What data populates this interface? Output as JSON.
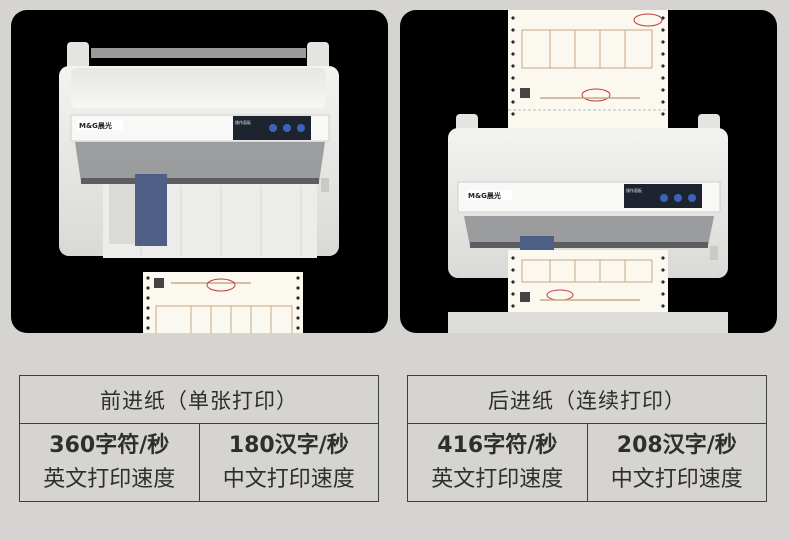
{
  "printer_left": {
    "brand": "M&G晨光",
    "panel_title": "操作面板"
  },
  "printer_right": {
    "brand": "M&G晨光",
    "panel_title": "操作面板"
  },
  "front_feed": {
    "title": "前进纸（单张打印）",
    "english": {
      "value": "360字符/秒",
      "label": "英文打印速度"
    },
    "chinese": {
      "value": "180汉字/秒",
      "label": "中文打印速度"
    }
  },
  "rear_feed": {
    "title": "后进纸（连续打印）",
    "english": {
      "value": "416字符/秒",
      "label": "英文打印速度"
    },
    "chinese": {
      "value": "208汉字/秒",
      "label": "中文打印速度"
    }
  },
  "colors": {
    "background": "#d6d4d1",
    "photo_bg": "#000000",
    "border": "#3f3f3f",
    "text": "#2e2e2e"
  }
}
